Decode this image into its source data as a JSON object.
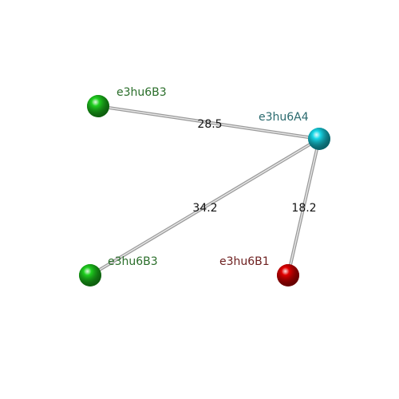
{
  "nodes": [
    {
      "id": "n_b3_top",
      "label": "e3hu6B3",
      "color": "#1fcf1f",
      "label_color": "#2a6e2a"
    },
    {
      "id": "n_a4",
      "label": "e3hu6A4",
      "color": "#18d8e8",
      "label_color": "#2a6a6e"
    },
    {
      "id": "n_b3_bottom",
      "label": "e3hu6B3",
      "color": "#1fcf1f",
      "label_color": "#2a6e2a"
    },
    {
      "id": "n_b1",
      "label": "e3hu6B1",
      "color": "#e00000",
      "label_color": "#6e2020"
    }
  ],
  "edges": [
    {
      "from": "n_b3_top",
      "to": "n_a4",
      "label": "28.5"
    },
    {
      "from": "n_b3_bottom",
      "to": "n_a4",
      "label": "34.2"
    },
    {
      "from": "n_b1",
      "to": "n_a4",
      "label": "18.2"
    }
  ]
}
